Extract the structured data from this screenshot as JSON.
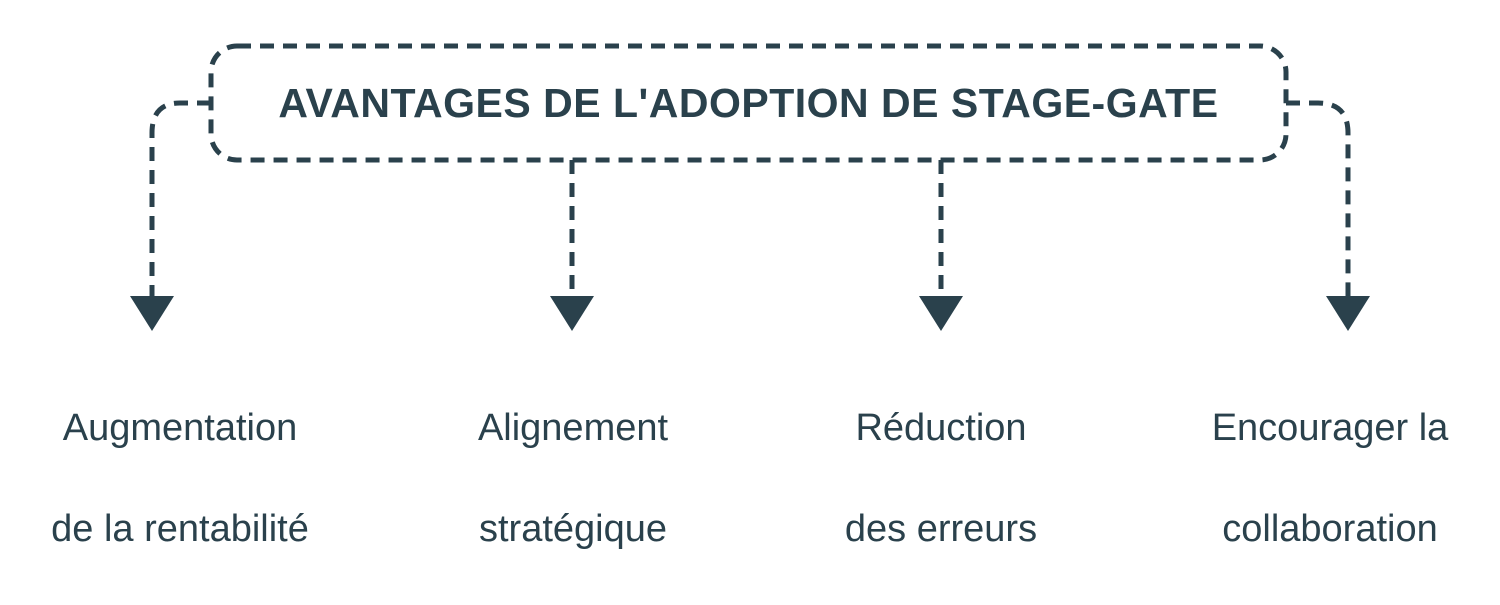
{
  "diagram": {
    "type": "top-down-branch-diagram",
    "colors": {
      "ink": "#2a414c",
      "background": "#ffffff"
    },
    "title_box": {
      "label": "AVANTAGES DE L'ADOPTION DE STAGE-GATE",
      "border_style": "dashed",
      "shape": "rounded-rectangle"
    },
    "branches": [
      {
        "id": "branch-profitability",
        "line_1": "Augmentation",
        "line_2": "de la rentabilité",
        "connector": "elbow-left",
        "arrow": "down-triangle"
      },
      {
        "id": "branch-alignment",
        "line_1": "Alignement",
        "line_2": "stratégique",
        "connector": "straight",
        "arrow": "down-triangle"
      },
      {
        "id": "branch-errors",
        "line_1": "Réduction",
        "line_2": "des erreurs",
        "connector": "straight",
        "arrow": "down-triangle"
      },
      {
        "id": "branch-collaboration",
        "line_1": "Encourager la",
        "line_2": "collaboration",
        "connector": "elbow-right",
        "arrow": "down-triangle"
      }
    ]
  }
}
